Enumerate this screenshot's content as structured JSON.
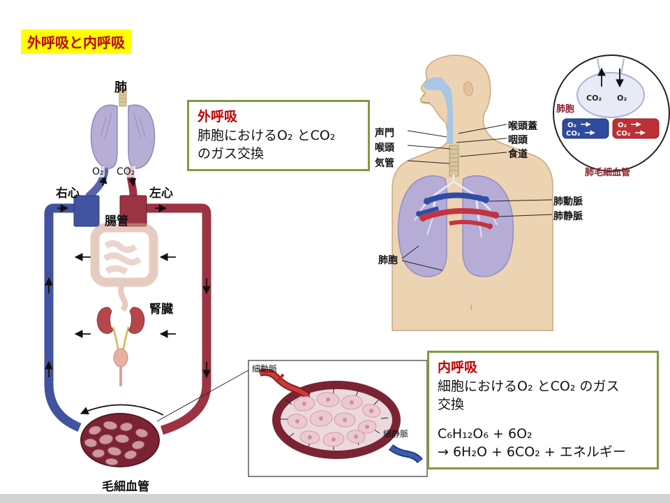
{
  "page": {
    "title": "外呼吸と内呼吸"
  },
  "circulation": {
    "lung": "肺",
    "o2": "O₂",
    "co2": "CO₂",
    "right_heart": "右心",
    "left_heart": "左心",
    "intestine": "腸管",
    "kidney": "腎臓",
    "capillary": "毛細血管"
  },
  "external_box": {
    "heading": "外呼吸",
    "line1": "肺胞におけるO₂ とCO₂",
    "line2": "のガス交換"
  },
  "body": {
    "glottis": "声門",
    "larynx": "喉頭",
    "trachea": "気管",
    "epiglottis": "喉頭蓋",
    "pharynx": "咽頭",
    "esophagus": "食道",
    "pulmonary_artery": "肺動脈",
    "pulmonary_vein": "肺静脈",
    "alveoli": "肺胞"
  },
  "alveoli_inset": {
    "label": "肺胞",
    "top_co2": "CO₂",
    "top_o2": "O₂",
    "vein_o2": "O₂",
    "vein_co2": "CO₂",
    "artery_o2": "O₂",
    "artery_co2": "CO₂",
    "capillary_label": "肺毛細血管"
  },
  "capillary_inset": {
    "arteriole": "細動脈",
    "venule": "細静脈"
  },
  "internal_box": {
    "heading": "内呼吸",
    "line1": "細胞におけるO₂ とCO₂ のガス",
    "line2": "交換",
    "formula1": "C₆H₁₂O₆ + 6O₂",
    "formula2": "→ 6H₂O + 6CO₂ + エネルギー"
  },
  "colors": {
    "highlight_yellow": "#ffff00",
    "heading_red": "#c00000",
    "box_border_green": "#7d9b40",
    "artery_red": "#9c3342",
    "vein_blue": "#41539f",
    "capillary_maroon": "#7a2433"
  }
}
